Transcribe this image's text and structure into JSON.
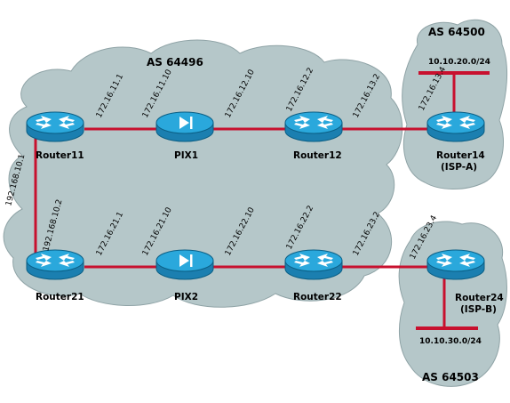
{
  "as_labels": {
    "main": "AS 64496",
    "isp_a": "AS 64500",
    "isp_b": "AS 64503"
  },
  "devices": {
    "router11": "Router11",
    "pix1": "PIX1",
    "router12": "Router12",
    "router14_line1": "Router14",
    "router14_line2": "(ISP-A)",
    "router21": "Router21",
    "pix2": "PIX2",
    "router22": "Router22",
    "router24_line1": "Router24",
    "router24_line2": "(ISP-B)"
  },
  "networks": {
    "isp_a_lan": "10.10.20.0/24",
    "isp_b_lan": "10.10.30.0/24"
  },
  "addresses": {
    "r11_pix1": "172.16.11.1",
    "pix1_r11": "172.16.11.10",
    "pix1_r12": "172.16.12.10",
    "r12_pix1": "172.16.12.2",
    "r12_r14": "172.16.13.2",
    "r14_r12": "172.16.13.4",
    "r11_r21": "192.168.10.1",
    "r21_r11": "192.168.10.2",
    "r21_pix2": "172.16.21.1",
    "pix2_r21": "172.16.21.10",
    "pix2_r22": "172.16.22.10",
    "r22_pix2": "172.16.22.2",
    "r22_r24": "172.16.23.2",
    "r24_r22": "172.16.23.4"
  },
  "colors": {
    "link": "#c8102e",
    "cloud": "#b5c7c9",
    "router": "#2aa8dc"
  }
}
